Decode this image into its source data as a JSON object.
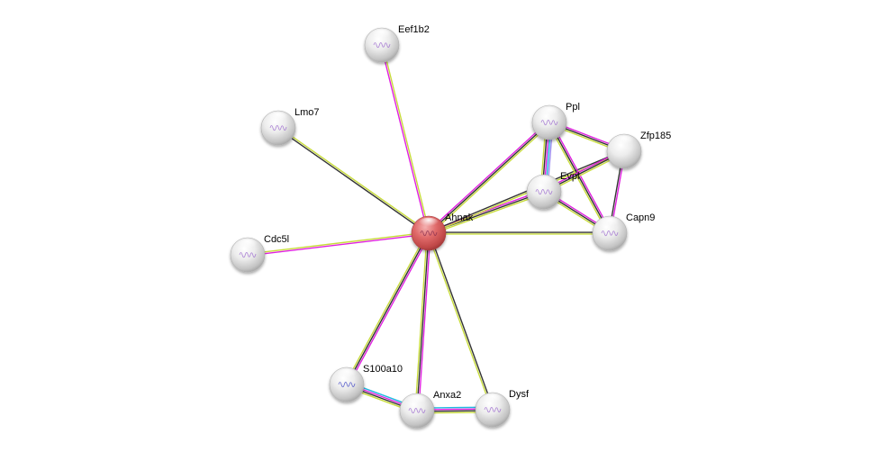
{
  "diagram": {
    "type": "protein-interaction-network",
    "query_node": "Ahnak",
    "edge_colors": {
      "textmining": "#c8dc3c",
      "coexpression": "#333333",
      "experiments": "#e020e0",
      "databases": "#20b8e0",
      "homology": "#9a8cf0"
    },
    "nodes": [
      {
        "id": "Ahnak",
        "label": "Ahnak",
        "color": "#e05858",
        "query": true
      },
      {
        "id": "Eef1b2",
        "label": "Eef1b2",
        "color": "#e8e8e8"
      },
      {
        "id": "Lmo7",
        "label": "Lmo7",
        "color": "#e8e8e8"
      },
      {
        "id": "Cdc5l",
        "label": "Cdc5l",
        "color": "#e8e8e8"
      },
      {
        "id": "Ppl",
        "label": "Ppl",
        "color": "#e8e8e8"
      },
      {
        "id": "Zfp185",
        "label": "Zfp185",
        "color": "#e8e8e8"
      },
      {
        "id": "Evpl",
        "label": "Evpl",
        "color": "#e8e8e8"
      },
      {
        "id": "Capn9",
        "label": "Capn9",
        "color": "#e8e8e8"
      },
      {
        "id": "S100a10",
        "label": "S100a10",
        "color": "#e8e8e8"
      },
      {
        "id": "Anxa2",
        "label": "Anxa2",
        "color": "#e8e8e8"
      },
      {
        "id": "Dysf",
        "label": "Dysf",
        "color": "#e8e8e8"
      }
    ],
    "edges": [
      {
        "source": "Ahnak",
        "target": "Eef1b2",
        "evidence": [
          "experiments",
          "textmining"
        ]
      },
      {
        "source": "Ahnak",
        "target": "Lmo7",
        "evidence": [
          "coexpression",
          "textmining"
        ]
      },
      {
        "source": "Ahnak",
        "target": "Cdc5l",
        "evidence": [
          "experiments",
          "textmining"
        ]
      },
      {
        "source": "Ahnak",
        "target": "Ppl",
        "evidence": [
          "experiments",
          "coexpression",
          "textmining"
        ]
      },
      {
        "source": "Ahnak",
        "target": "Evpl",
        "evidence": [
          "experiments",
          "coexpression",
          "textmining"
        ]
      },
      {
        "source": "Ahnak",
        "target": "Zfp185",
        "evidence": [
          "coexpression",
          "textmining"
        ]
      },
      {
        "source": "Ahnak",
        "target": "Capn9",
        "evidence": [
          "coexpression",
          "textmining"
        ]
      },
      {
        "source": "Ahnak",
        "target": "S100a10",
        "evidence": [
          "experiments",
          "coexpression",
          "textmining"
        ]
      },
      {
        "source": "Ahnak",
        "target": "Anxa2",
        "evidence": [
          "experiments",
          "coexpression",
          "textmining"
        ]
      },
      {
        "source": "Ahnak",
        "target": "Dysf",
        "evidence": [
          "coexpression",
          "textmining"
        ]
      },
      {
        "source": "Ppl",
        "target": "Evpl",
        "evidence": [
          "homology",
          "databases",
          "experiments",
          "coexpression",
          "textmining"
        ]
      },
      {
        "source": "Ppl",
        "target": "Zfp185",
        "evidence": [
          "experiments",
          "coexpression",
          "textmining"
        ]
      },
      {
        "source": "Ppl",
        "target": "Capn9",
        "evidence": [
          "experiments",
          "coexpression",
          "textmining"
        ]
      },
      {
        "source": "Evpl",
        "target": "Zfp185",
        "evidence": [
          "experiments",
          "coexpression",
          "textmining"
        ]
      },
      {
        "source": "Evpl",
        "target": "Capn9",
        "evidence": [
          "experiments",
          "coexpression",
          "textmining"
        ]
      },
      {
        "source": "Zfp185",
        "target": "Capn9",
        "evidence": [
          "experiments",
          "coexpression"
        ]
      },
      {
        "source": "S100a10",
        "target": "Anxa2",
        "evidence": [
          "databases",
          "experiments",
          "coexpression",
          "textmining"
        ]
      },
      {
        "source": "Anxa2",
        "target": "Dysf",
        "evidence": [
          "databases",
          "experiments",
          "coexpression",
          "textmining"
        ]
      }
    ]
  }
}
